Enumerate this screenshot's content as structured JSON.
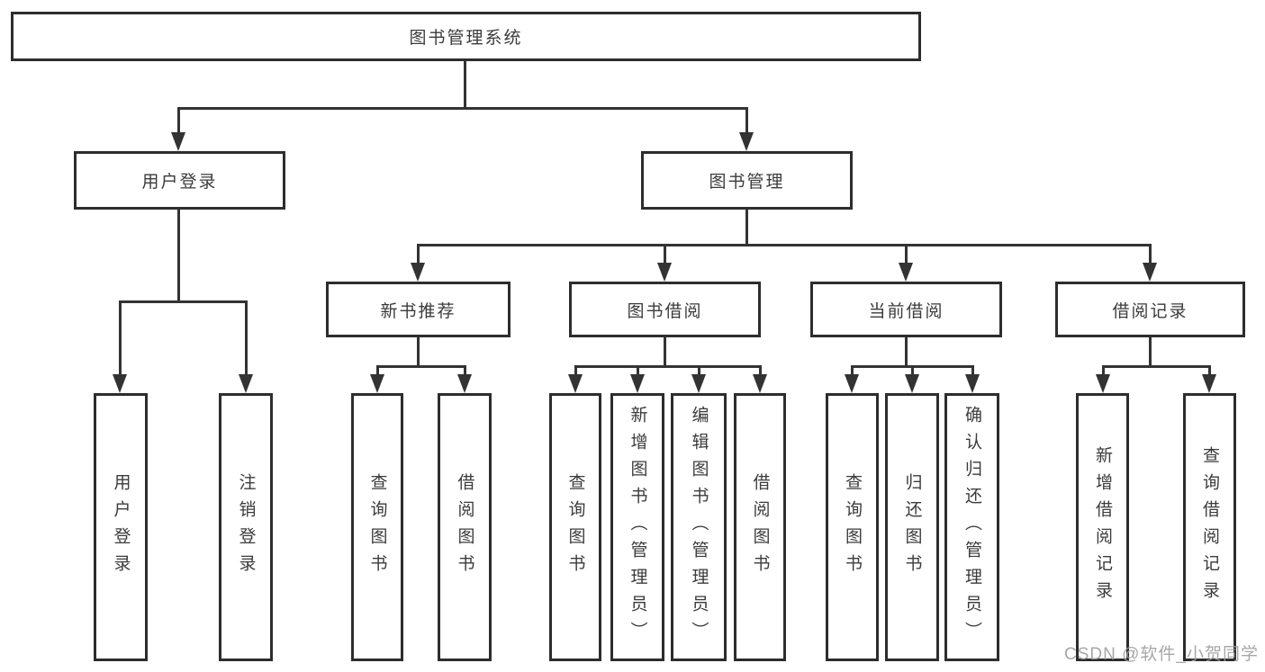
{
  "diagram_type": "hierarchy-tree",
  "tree": {
    "label": "图书管理系统",
    "children": [
      {
        "label": "用户登录",
        "children": [
          {
            "label": "用户登录"
          },
          {
            "label": "注销登录"
          }
        ]
      },
      {
        "label": "图书管理",
        "children": [
          {
            "label": "新书推荐",
            "children": [
              {
                "label": "查询图书"
              },
              {
                "label": "借阅图书"
              }
            ]
          },
          {
            "label": "图书借阅",
            "children": [
              {
                "label": "查询图书"
              },
              {
                "label": "新增图书（管理员）"
              },
              {
                "label": "编辑图书（管理员）"
              },
              {
                "label": "借阅图书"
              }
            ]
          },
          {
            "label": "当前借阅",
            "children": [
              {
                "label": "查询图书"
              },
              {
                "label": "归还图书"
              },
              {
                "label": "确认归还（管理员）"
              }
            ]
          },
          {
            "label": "借阅记录",
            "children": [
              {
                "label": "新增借阅记录"
              },
              {
                "label": "查询借阅记录"
              }
            ]
          }
        ]
      }
    ]
  },
  "watermark": "CSDN @软件_小贺同学",
  "colors": {
    "line": "#333333",
    "box_border": "#2d2d2d",
    "text": "#3b3b3b",
    "watermark": "#9e9e9e",
    "bg": "#ffffff"
  }
}
